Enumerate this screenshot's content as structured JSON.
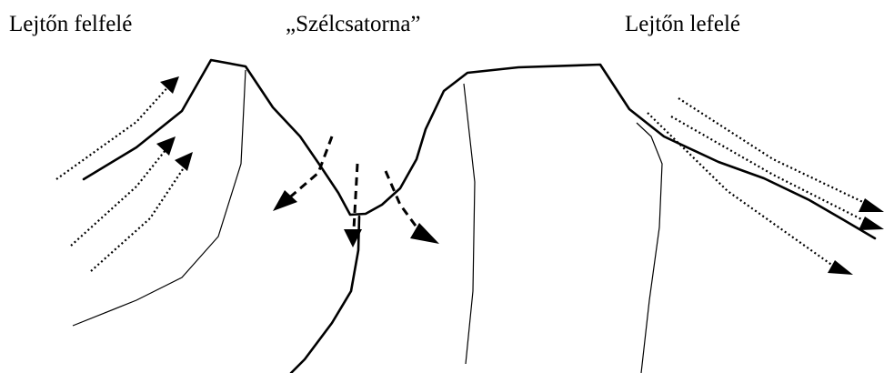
{
  "labels": {
    "upslope": "Lejtőn felfelé",
    "channel": "„Szélcsatorna”",
    "downslope": "Lejtőn lefelé"
  },
  "colors": {
    "background": "#ffffff",
    "line": "#000000"
  }
}
